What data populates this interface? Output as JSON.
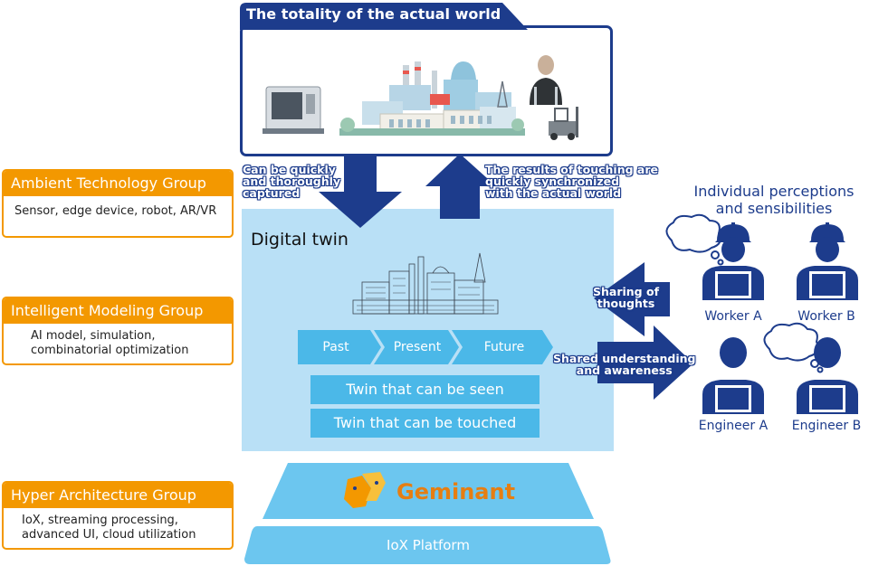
{
  "groups": [
    {
      "title": "Ambient Technology Group",
      "desc": "Sensor, edge device, robot, AR/VR"
    },
    {
      "title": "Intelligent Modeling Group",
      "desc_lines": [
        "AI model, simulation,",
        "combinatorial optimization"
      ]
    },
    {
      "title": "Hyper Architecture Group",
      "desc_lines": [
        "IoX, streaming processing,",
        "advanced UI, cloud utilization"
      ]
    }
  ],
  "world": {
    "title": "The totality of the actual world"
  },
  "arrows": {
    "down_lines": [
      "Can be quickly",
      "and thoroughly",
      "captured"
    ],
    "up_lines": [
      "The results of touching are",
      "quickly synchronized",
      "with the actual world"
    ],
    "sharing_lines": [
      "Sharing of",
      "thoughts"
    ],
    "shared_lines": [
      "Shared understanding",
      "and awareness"
    ]
  },
  "twin": {
    "title": "Digital twin",
    "timeline": [
      "Past",
      "Present",
      "Future"
    ],
    "seen": "Twin that can be seen",
    "touched": "Twin that can be touched"
  },
  "people": {
    "heading_lines": [
      "Individual perceptions",
      "and sensibilities"
    ],
    "worker_a": "Worker A",
    "worker_b": "Worker B",
    "engineer_a": "Engineer A",
    "engineer_b": "Engineer B"
  },
  "platform": {
    "brand": "Geminant",
    "name": "IoX Platform"
  },
  "colors": {
    "orange": "#f39800",
    "navy": "#1d3c8c",
    "light_blue": "#b9e0f6",
    "mid_blue": "#4bb8e8",
    "platform_blue": "#6cc6ef"
  }
}
